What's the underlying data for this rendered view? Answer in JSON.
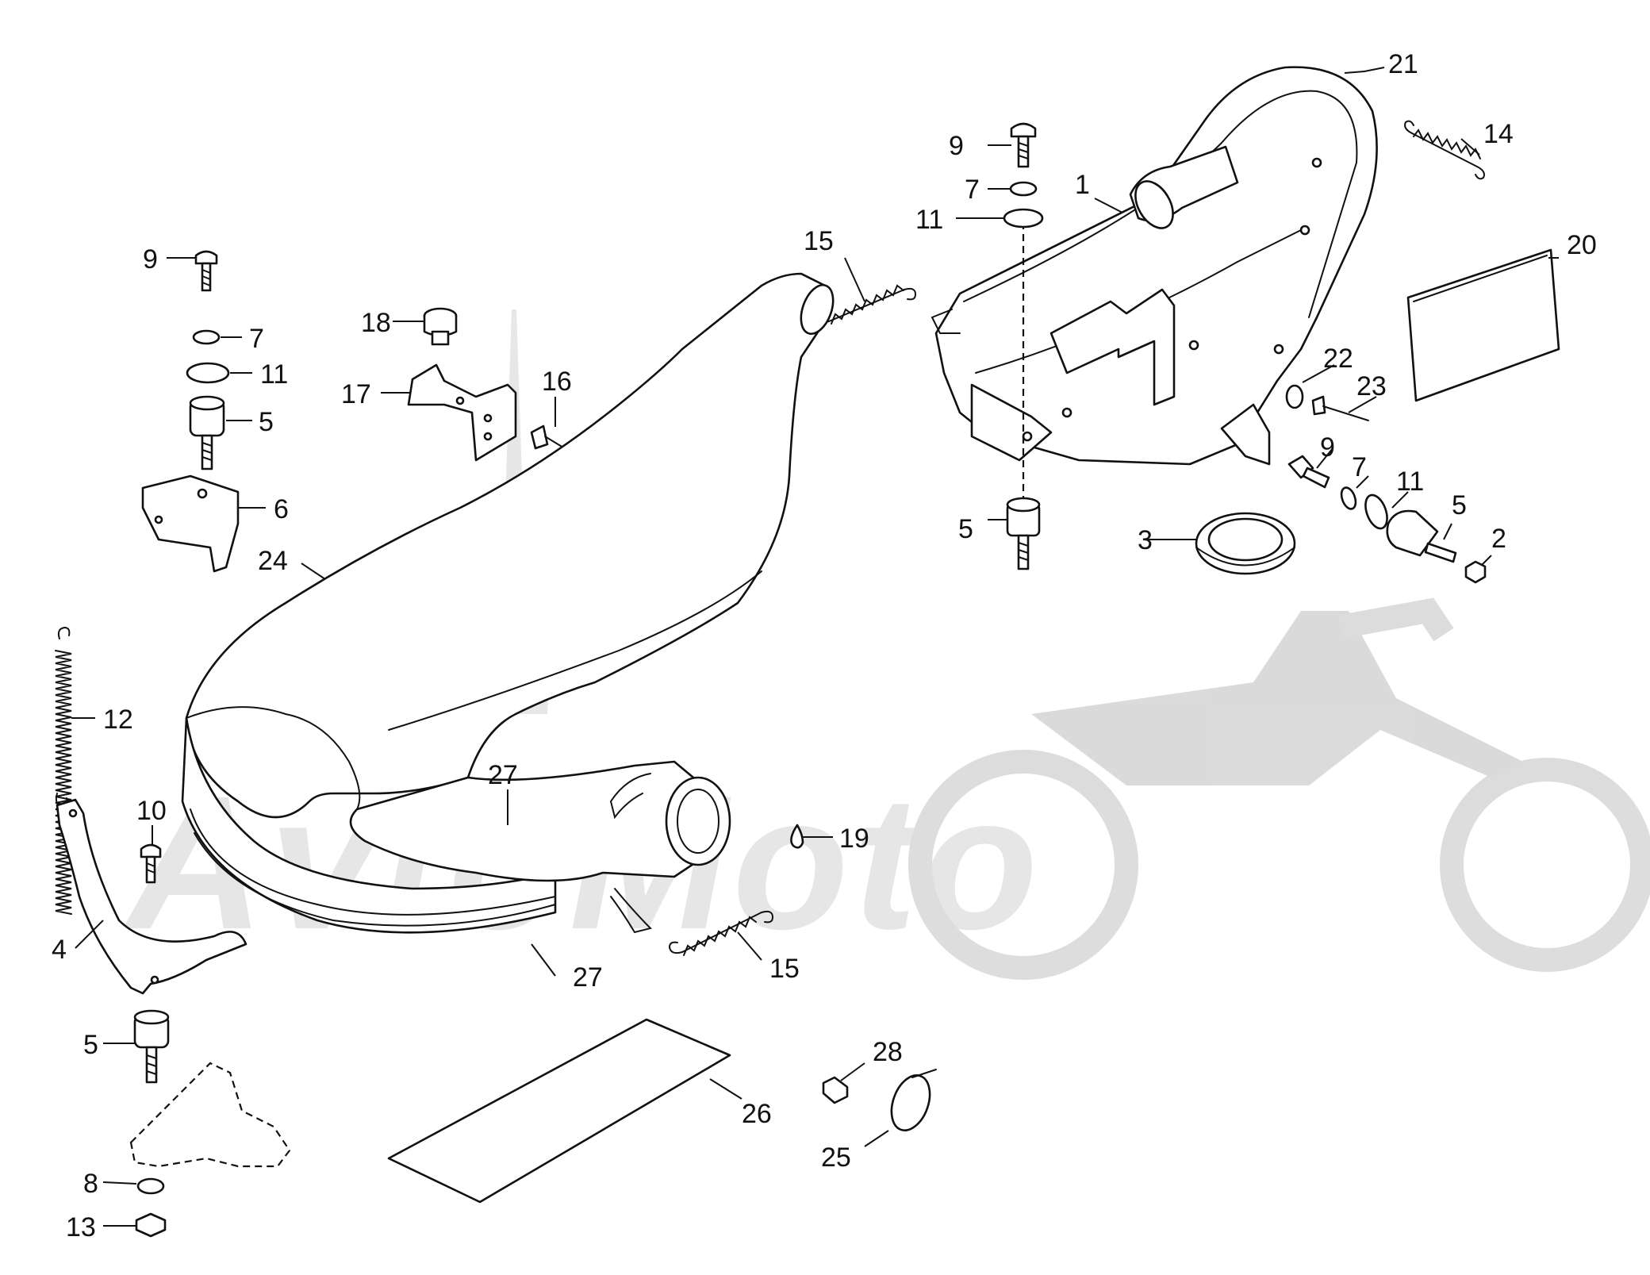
{
  "watermark": {
    "text": "AvtoMoto"
  },
  "callouts": [
    {
      "id": "c1",
      "label": "1"
    },
    {
      "id": "c21",
      "label": "21"
    },
    {
      "id": "c14",
      "label": "14"
    },
    {
      "id": "c20",
      "label": "20"
    },
    {
      "id": "c9a",
      "label": "9"
    },
    {
      "id": "c7a",
      "label": "7"
    },
    {
      "id": "c11a",
      "label": "11"
    },
    {
      "id": "c15a",
      "label": "15"
    },
    {
      "id": "c22",
      "label": "22"
    },
    {
      "id": "c23",
      "label": "23"
    },
    {
      "id": "c9b",
      "label": "9"
    },
    {
      "id": "c7b",
      "label": "7"
    },
    {
      "id": "c11b",
      "label": "11"
    },
    {
      "id": "c5a",
      "label": "5"
    },
    {
      "id": "c2",
      "label": "2"
    },
    {
      "id": "c5b",
      "label": "5"
    },
    {
      "id": "c3",
      "label": "3"
    },
    {
      "id": "c9c",
      "label": "9"
    },
    {
      "id": "c7c",
      "label": "7"
    },
    {
      "id": "c11c",
      "label": "11"
    },
    {
      "id": "c5c",
      "label": "5"
    },
    {
      "id": "c6",
      "label": "6"
    },
    {
      "id": "c18",
      "label": "18"
    },
    {
      "id": "c17",
      "label": "17"
    },
    {
      "id": "c16",
      "label": "16"
    },
    {
      "id": "c24",
      "label": "24"
    },
    {
      "id": "c12",
      "label": "12"
    },
    {
      "id": "c10",
      "label": "10"
    },
    {
      "id": "c4",
      "label": "4"
    },
    {
      "id": "c27a",
      "label": "27"
    },
    {
      "id": "c27b",
      "label": "27"
    },
    {
      "id": "c19",
      "label": "19"
    },
    {
      "id": "c15b",
      "label": "15"
    },
    {
      "id": "c5d",
      "label": "5"
    },
    {
      "id": "c8",
      "label": "8"
    },
    {
      "id": "c13",
      "label": "13"
    },
    {
      "id": "c26",
      "label": "26"
    },
    {
      "id": "c28",
      "label": "28"
    },
    {
      "id": "c25",
      "label": "25"
    }
  ]
}
